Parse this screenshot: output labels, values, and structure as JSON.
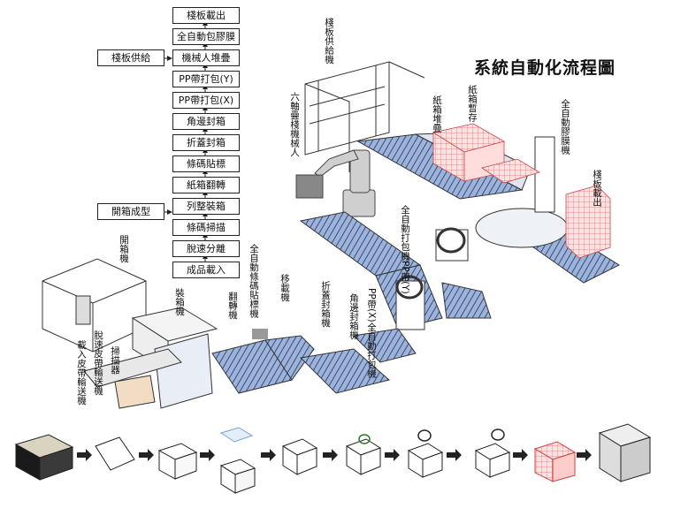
{
  "title": "系統自動化流程圖",
  "flow_steps": [
    "棧板載出",
    "全自動包膠膜",
    "機械人堆疊",
    "PP帶打包(Y)",
    "PP帶打包(X)",
    "角邊封箱",
    "折蓋封箱",
    "條碼貼標",
    "紙箱翻轉",
    "列整裝箱",
    "條碼掃描",
    "脫速分離",
    "成品載入"
  ],
  "side_inputs": {
    "pallet_supply": "棧板供給",
    "box_forming": "開箱成型"
  },
  "machine_labels": {
    "pallet_supply_machine": "棧板供給機",
    "six_axis_robot": "六軸疊棧機械人",
    "box_stacking": "紙箱堆疊",
    "box_temp_storage": "紙箱暫存",
    "auto_wrapping_machine": "全自動膠膜機",
    "pallet_out": "棧板載出",
    "auto_pp_strap_y": "全自動打包機PP帶(Y)",
    "box_opening_machine": "開箱機",
    "packing_machine": "裝箱機",
    "flipping_machine": "翻轉機",
    "auto_barcode_labeler": "全自動條碼貼標機",
    "transfer_machine": "移載機",
    "fold_sealing_machine": "折蓋封箱機",
    "corner_sealing_machine": "角邊封箱機",
    "pp_strap_x": "PP帶(X)全自動打包機",
    "decel_belt_conveyor": "脫速皮帶輸送機",
    "scanner": "掃描器",
    "loading_belt_conveyor": "載入皮帶輸送機"
  }
}
